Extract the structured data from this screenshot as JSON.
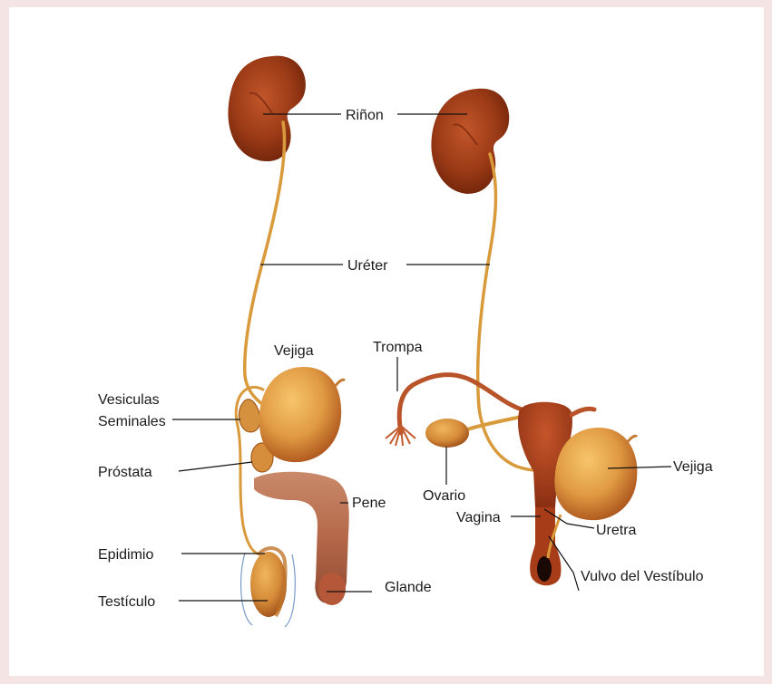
{
  "labels": {
    "rinon": "Riñon",
    "ureter": "Uréter",
    "vejiga_male": "Vejiga",
    "vesiculas_1": "Vesiculas",
    "vesiculas_2": "Seminales",
    "prostata": "Próstata",
    "pene": "Pene",
    "epidimio": "Epidimio",
    "testiculo": "Testículo",
    "glande": "Glande",
    "trompa": "Trompa",
    "ovario": "Ovario",
    "vagina": "Vagina",
    "uretra": "Uretra",
    "vejiga_female": "Vejiga",
    "vulvo": "Vulvo del Vestíbulo"
  },
  "colors": {
    "page_border": "#f5e4e4",
    "organ_dark": "#8a2f12",
    "organ_mid": "#b5481c",
    "bladder_light": "#f0b45a",
    "bladder_dark": "#b8581c",
    "tube": "#d99a3c",
    "leader": "#111111"
  }
}
